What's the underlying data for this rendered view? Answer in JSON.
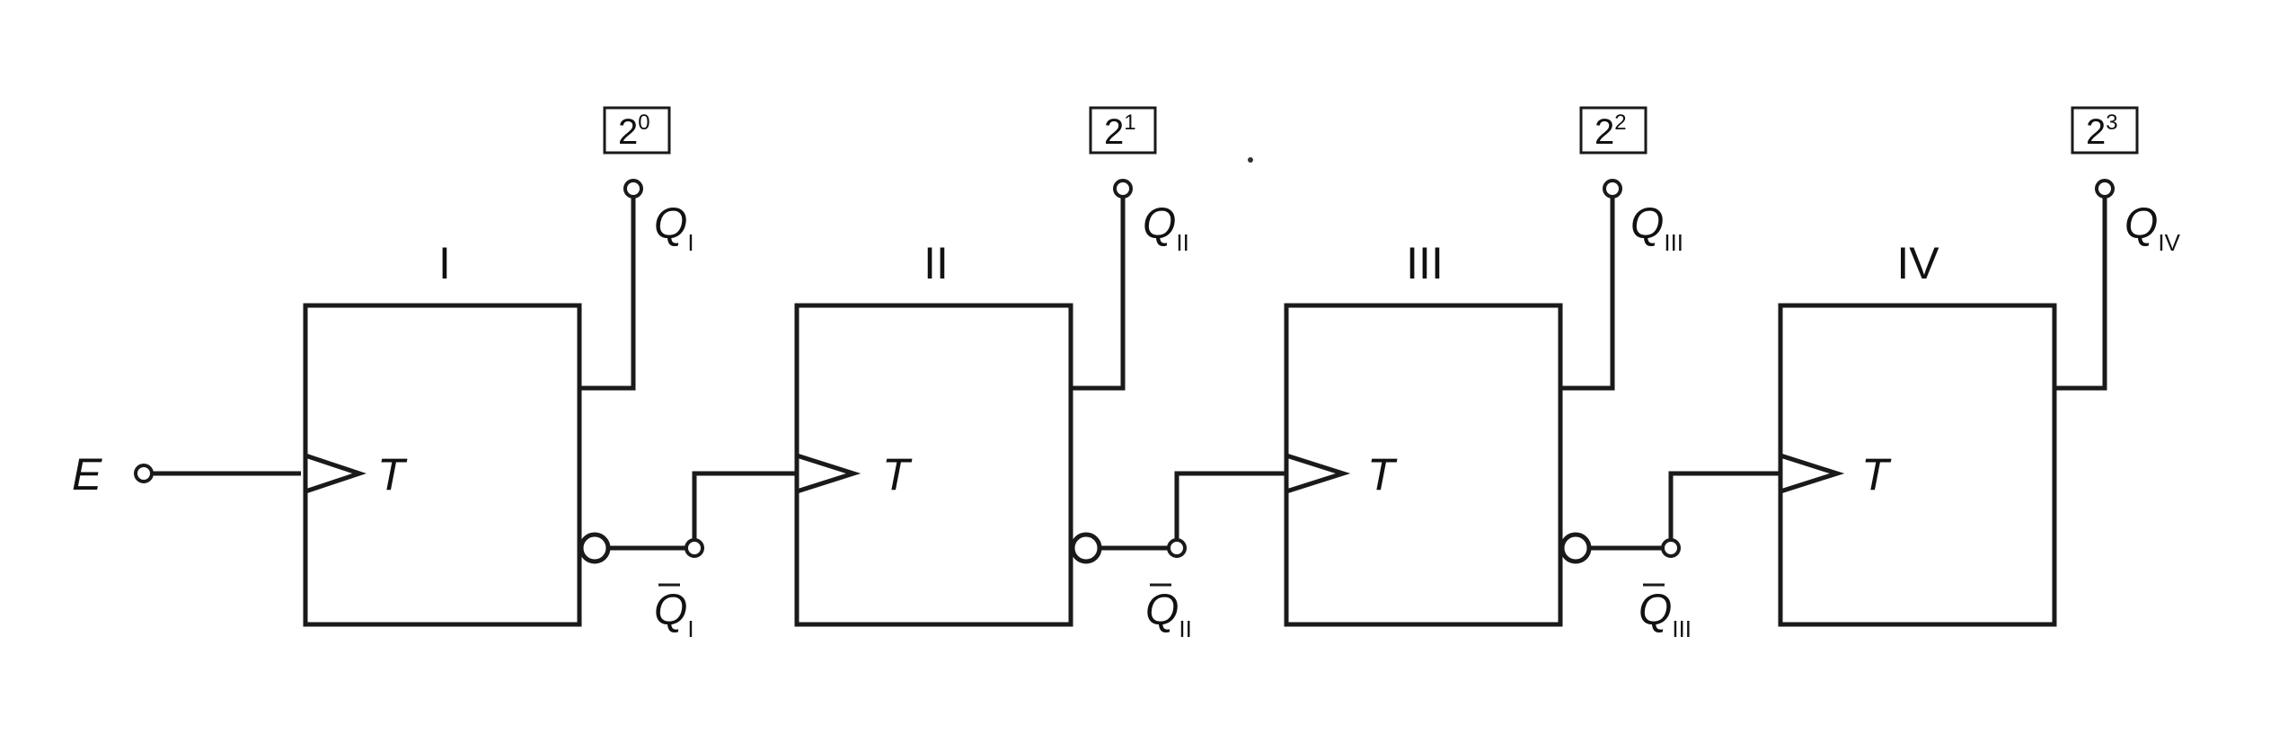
{
  "input": {
    "label": "E"
  },
  "flip_flops": [
    {
      "roman": "I",
      "input_label": "T",
      "output": {
        "letter": "Q",
        "sub": "I"
      },
      "inv_output": {
        "letter": "Q",
        "sub": "I"
      },
      "weight": {
        "base": "2",
        "exp": "0"
      }
    },
    {
      "roman": "II",
      "input_label": "T",
      "output": {
        "letter": "Q",
        "sub": "II"
      },
      "inv_output": {
        "letter": "Q",
        "sub": "II"
      },
      "weight": {
        "base": "2",
        "exp": "1"
      }
    },
    {
      "roman": "III",
      "input_label": "T",
      "output": {
        "letter": "Q",
        "sub": "III"
      },
      "inv_output": {
        "letter": "Q",
        "sub": "III"
      },
      "weight": {
        "base": "2",
        "exp": "2"
      }
    },
    {
      "roman": "IV",
      "input_label": "T",
      "output": {
        "letter": "Q",
        "sub": "IV"
      },
      "weight": {
        "base": "2",
        "exp": "3"
      }
    }
  ]
}
